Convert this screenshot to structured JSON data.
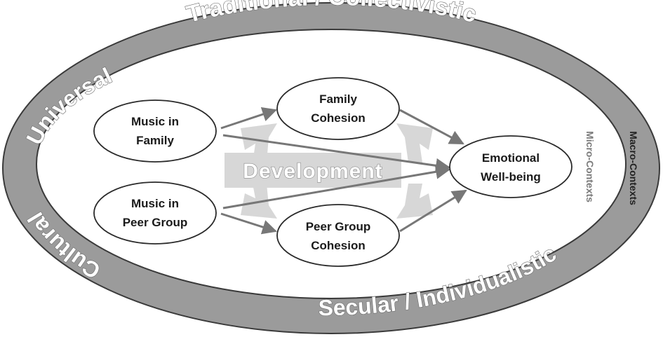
{
  "ring": {
    "top": "Traditional / Collectivistic",
    "upper_left": "Universal",
    "lower_left": "Cultural",
    "bottom": "Secular / Individualistic"
  },
  "labels": {
    "macro": "Macro-Contexts",
    "micro": "Micro-Contexts",
    "development": "Development"
  },
  "nodes": {
    "music_family": [
      "Music in",
      "Family"
    ],
    "family_cohesion": [
      "Family",
      "Cohesion"
    ],
    "music_peer": [
      "Music in",
      "Peer Group"
    ],
    "peer_cohesion": [
      "Peer Group",
      "Cohesion"
    ],
    "emotional": [
      "Emotional",
      "Well-being"
    ]
  },
  "colors": {
    "ring_fill": "#9b9b9b",
    "outline": "#3a3a3a",
    "arrow": "#777777",
    "development_band": "#d7d7d7"
  }
}
